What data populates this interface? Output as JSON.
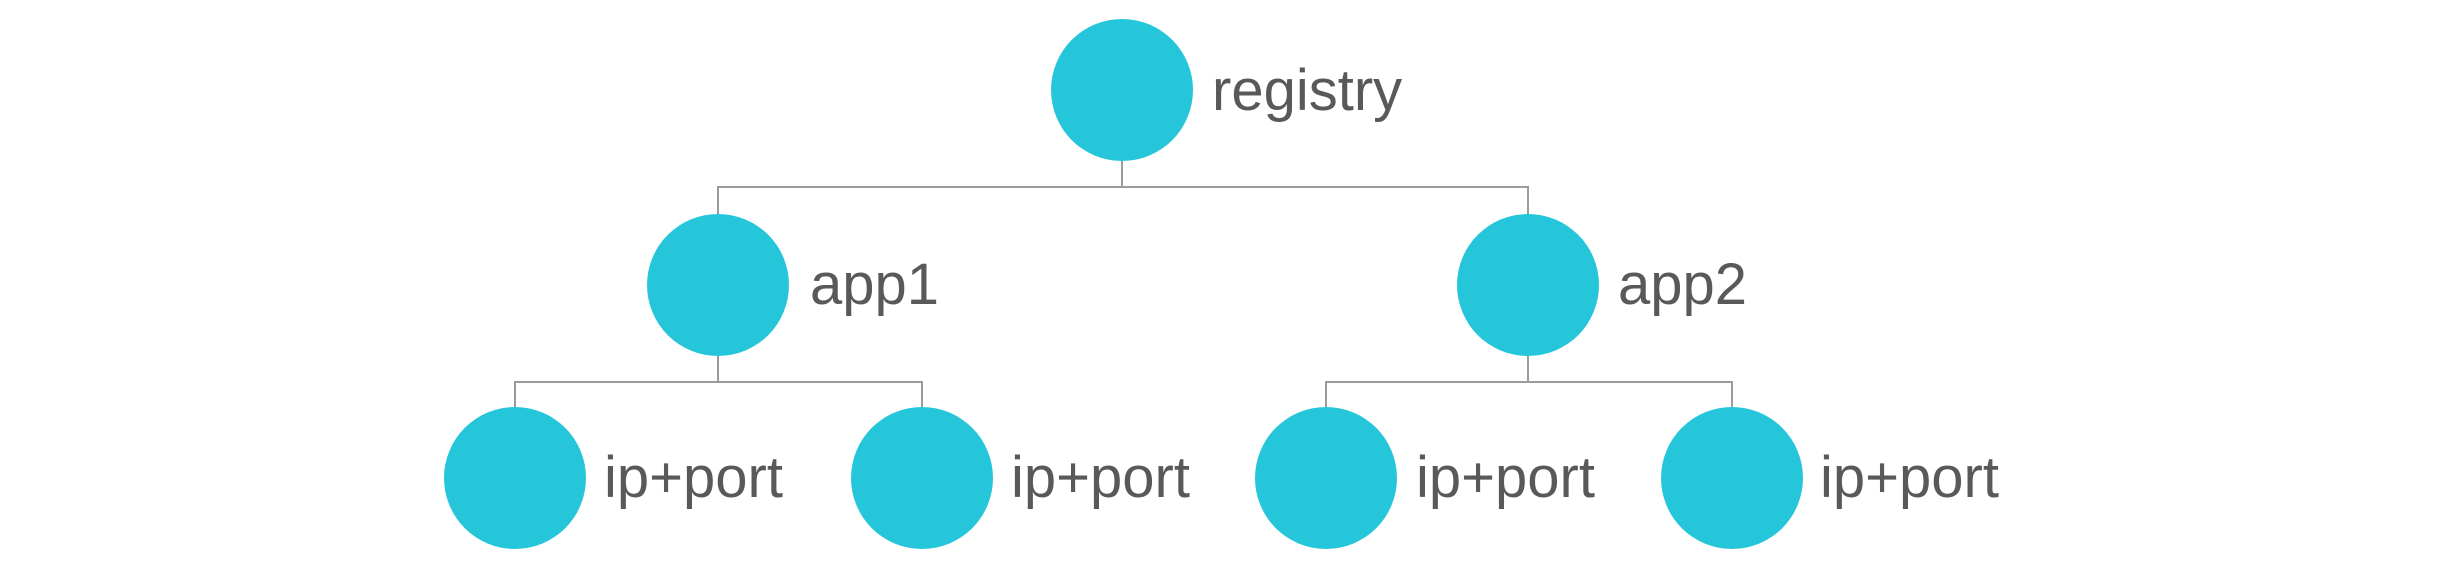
{
  "diagram": {
    "type": "tree",
    "colors": {
      "background": "#ffffff",
      "node_fill": "#26c6da",
      "label_text": "#58595b",
      "connector": "#9b9b9b"
    },
    "nodes": [
      {
        "id": "registry",
        "label": "registry",
        "level": 0,
        "parent": null
      },
      {
        "id": "app1",
        "label": "app1",
        "level": 1,
        "parent": "registry"
      },
      {
        "id": "app2",
        "label": "app2",
        "level": 1,
        "parent": "registry"
      },
      {
        "id": "ip1",
        "label": "ip+port",
        "level": 2,
        "parent": "app1"
      },
      {
        "id": "ip2",
        "label": "ip+port",
        "level": 2,
        "parent": "app1"
      },
      {
        "id": "ip3",
        "label": "ip+port",
        "level": 2,
        "parent": "app2"
      },
      {
        "id": "ip4",
        "label": "ip+port",
        "level": 2,
        "parent": "app2"
      }
    ],
    "edges": [
      {
        "from": "registry",
        "to": "app1"
      },
      {
        "from": "registry",
        "to": "app2"
      },
      {
        "from": "app1",
        "to": "ip1"
      },
      {
        "from": "app1",
        "to": "ip2"
      },
      {
        "from": "app2",
        "to": "ip3"
      },
      {
        "from": "app2",
        "to": "ip4"
      }
    ]
  }
}
